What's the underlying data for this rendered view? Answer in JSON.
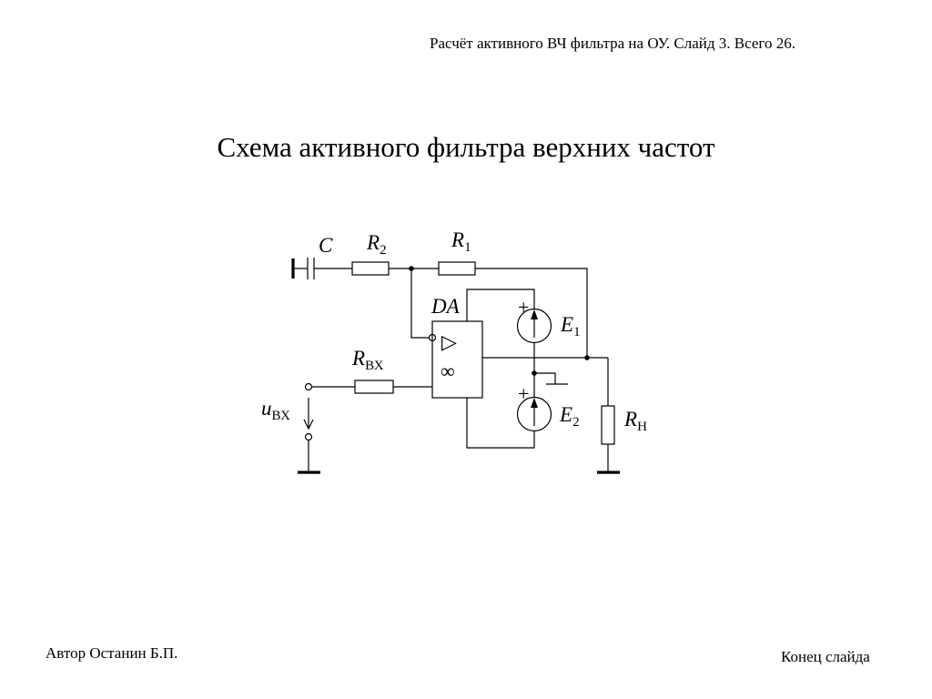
{
  "slide": {
    "header": "Расчёт активного ВЧ фильтра на ОУ. Слайд 3. Всего 26.",
    "title": "Схема активного фильтра верхних частот",
    "author": "Автор Останин Б.П.",
    "end_link": "Конец слайда"
  },
  "diagram": {
    "capacitor": {
      "label": "C"
    },
    "r2": {
      "label": "R",
      "sub": "2"
    },
    "r1": {
      "label": "R",
      "sub": "1"
    },
    "opamp": {
      "label": "DA",
      "triangle": "▷",
      "gain": "∞"
    },
    "e1": {
      "label": "E",
      "sub": "1",
      "plus": "+"
    },
    "e2": {
      "label": "E",
      "sub": "2",
      "plus": "+"
    },
    "r_in": {
      "label": "R",
      "sub": "ВХ"
    },
    "u_in": {
      "label": "u",
      "sub": "ВХ"
    },
    "r_load": {
      "label": "R",
      "sub": "Н"
    }
  }
}
